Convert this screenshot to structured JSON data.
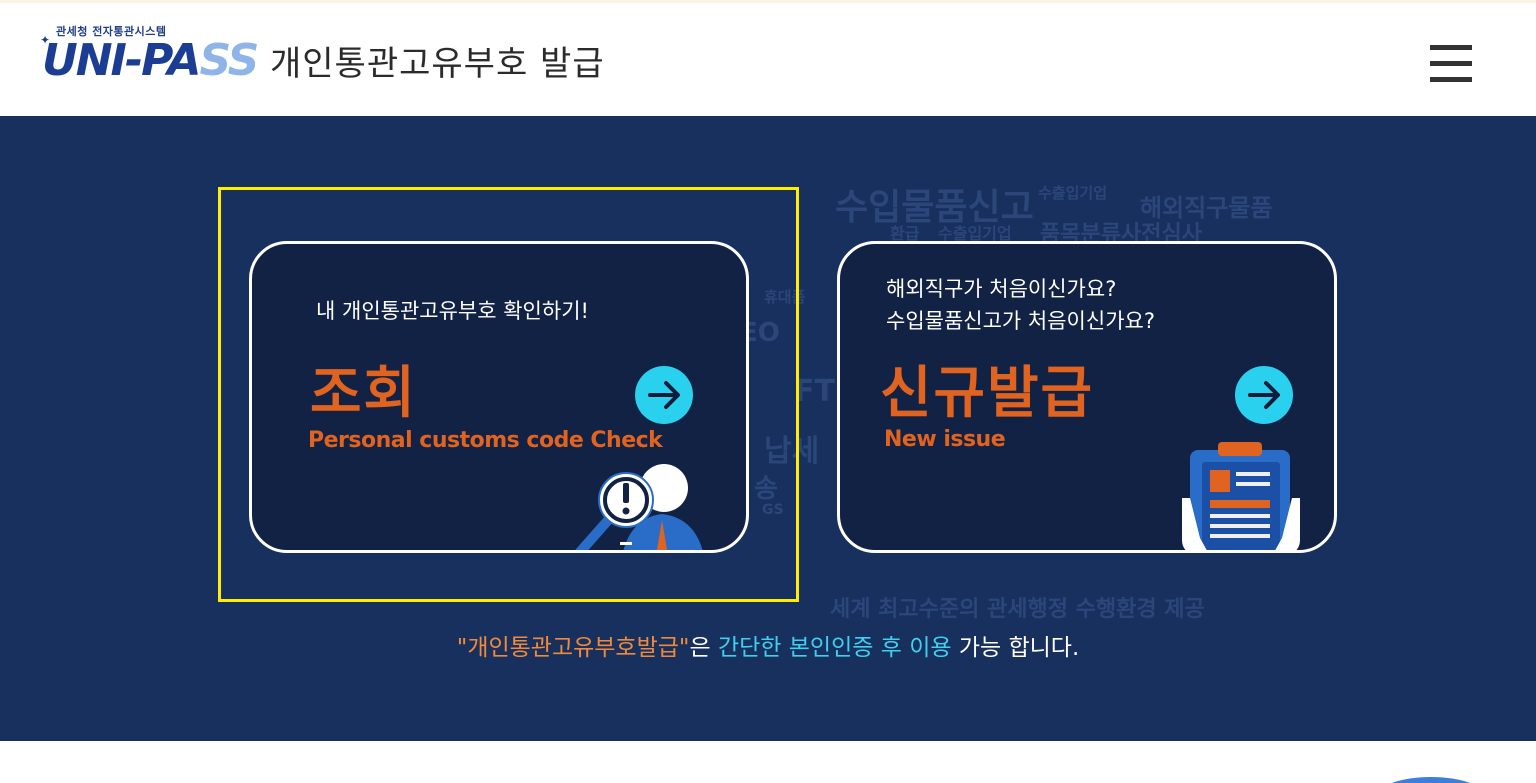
{
  "header": {
    "logo_small_text": "관세청 전자통관시스템",
    "logo_text_dark": "UNI-PA",
    "logo_text_light": "SS",
    "title": "개인통관고유부호 발급"
  },
  "background_words": [
    "수입물품신고",
    "수출입기업",
    "해외직구물품",
    "환급",
    "수출입기업",
    "품목분류사전심사",
    "휴대품",
    "EO",
    "FT",
    "납세",
    "송",
    "GS",
    "세계 최고수준의 관세행정 수행환경 제공"
  ],
  "cards": {
    "check": {
      "desc": "내 개인통관고유부호 확인하기!",
      "title": "조회",
      "subtitle": "Personal customs code Check"
    },
    "new": {
      "desc_line1": "해외직구가 처음이신가요?",
      "desc_line2": "수입물품신고가 처음이신가요?",
      "title": "신규발급",
      "subtitle": "New issue"
    }
  },
  "notice": {
    "part1": "\"개인통관고유부호발급\"",
    "part2": "은 ",
    "part3": "간단한 본인인증 후 이용",
    "part4": " 가능 합니다."
  },
  "colors": {
    "hero_bg": "#17305e",
    "card_bg": "#122245",
    "accent_orange": "#e0631f",
    "accent_cyan": "#2ad1ee",
    "focus_yellow": "#ffee00"
  }
}
